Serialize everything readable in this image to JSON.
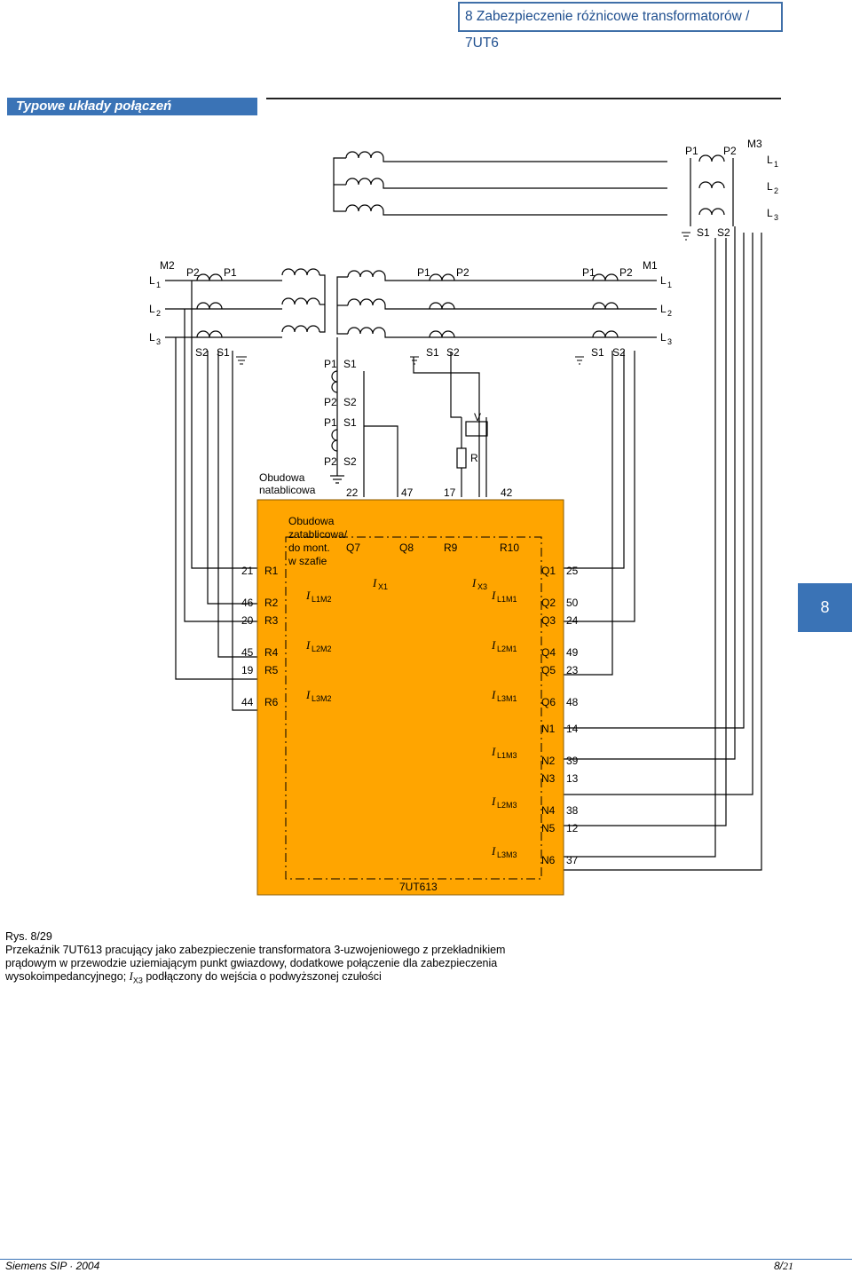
{
  "header": {
    "title": "8 Zabezpieczenie różnicowe transformatorów / 7UT6"
  },
  "section": {
    "title": "Typowe układy połączeń"
  },
  "tab": {
    "label": "8"
  },
  "diagram": {
    "m3": {
      "name": "M3",
      "p1": "P1",
      "p2": "P2",
      "s1": "S1",
      "s2": "S2"
    },
    "m2": {
      "name": "M2",
      "p2": "P2",
      "p1": "P1",
      "s2": "S2",
      "s1": "S1"
    },
    "m1": {
      "name": "M1",
      "p1": "P1",
      "p2": "P2",
      "s1": "S1",
      "s2": "S2"
    },
    "mid": {
      "p1": "P1",
      "p2": "P2",
      "s1": "S1",
      "s2": "S2"
    },
    "phase": {
      "L": "L",
      "n1": "1",
      "n2": "2",
      "n3": "3"
    },
    "star": {
      "p1a": "P1",
      "s1a": "S1",
      "p2a": "P2",
      "s2a": "S2",
      "p1b": "P1",
      "s1b": "S1",
      "p2b": "P2",
      "s2b": "S2"
    },
    "varistor": "V",
    "resistor": "R",
    "enclosure_label": [
      "Obudowa",
      "natablicowa"
    ],
    "relay_label": [
      "Obudowa",
      "zatablicowa/",
      "do mont.",
      "w szafie"
    ],
    "top_terminals": [
      "22",
      "47",
      "17",
      "42"
    ],
    "q_labels": [
      "Q7",
      "Q8",
      "R9",
      "R10"
    ],
    "left_pins": [
      [
        "21",
        "R1"
      ],
      [
        "46",
        "R2"
      ],
      [
        "20",
        "R3"
      ],
      [
        "45",
        "R4"
      ],
      [
        "19",
        "R5"
      ],
      [
        "44",
        "R6"
      ]
    ],
    "right_pins": [
      [
        "Q1",
        "25"
      ],
      [
        "Q2",
        "50"
      ],
      [
        "Q3",
        "24"
      ],
      [
        "Q4",
        "49"
      ],
      [
        "Q5",
        "23"
      ],
      [
        "Q6",
        "48"
      ],
      [
        "N1",
        "14"
      ],
      [
        "N2",
        "39"
      ],
      [
        "N3",
        "13"
      ],
      [
        "N4",
        "38"
      ],
      [
        "N5",
        "12"
      ],
      [
        "N6",
        "37"
      ]
    ],
    "currents": {
      "I": "I",
      "x1": "X1",
      "x3": "X3",
      "l1m2": "L1M2",
      "l2m2": "L2M2",
      "l3m2": "L3M2",
      "l1m1": "L1M1",
      "l2m1": "L2M1",
      "l3m1": "L3M1",
      "l1m3": "L1M3",
      "l2m3": "L2M3",
      "l3m3": "L3M3"
    },
    "device": "7UT613",
    "colors": {
      "relay_fill": "#FFA500",
      "accent": "#3A73B6"
    }
  },
  "caption": {
    "fig": "Rys. 8/29",
    "line1": "Przekaźnik 7UT613 pracujący jako zabezpieczenie transformatora 3-uzwojeniowego z przekładnikiem",
    "line2": "prądowym w przewodzie uziemiającym punkt gwiazdowy, dodatkowe połączenie dla zabezpieczenia",
    "line3a": "wysokoimpedancyjnego; ",
    "line3i": "I",
    "line3sub": "X3",
    "line3b": " podłączony do wejścia o podwyższonej czułości"
  },
  "footer": {
    "left": "Siemens SIP · 2004",
    "right_a": "8/",
    "right_b": "21"
  }
}
